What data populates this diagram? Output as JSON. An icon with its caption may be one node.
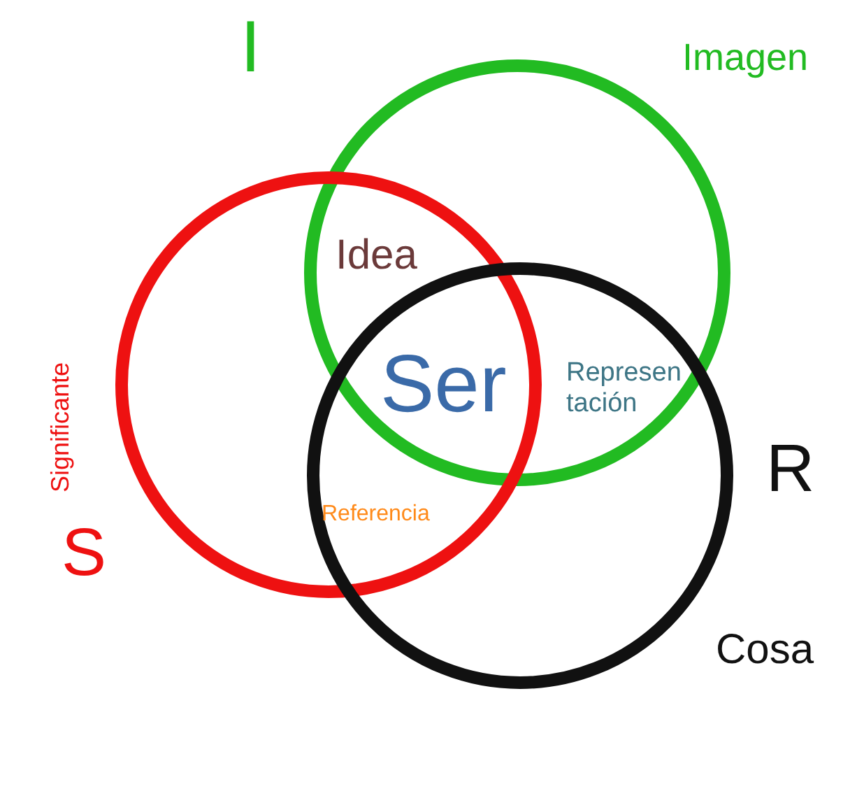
{
  "diagram": {
    "nodes": [
      {
        "text": [
          "I",
          "Imagen"
        ]
      },
      {
        "text": [
          "S",
          "Significante"
        ]
      },
      {
        "text": [
          "R",
          "Cosa"
        ]
      }
    ],
    "edges": [],
    "labels": [
      "Idea",
      "Ser",
      "Representación",
      "Referencia"
    ]
  }
}
